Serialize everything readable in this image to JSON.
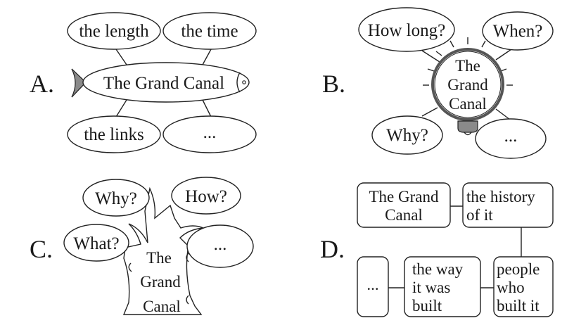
{
  "options": [
    {
      "label": "A.",
      "style": "fish",
      "center": "The Grand Canal",
      "nodes": [
        "the length",
        "the time",
        "the links",
        "..."
      ]
    },
    {
      "label": "B.",
      "style": "light bulb",
      "center": [
        "The",
        "Grand",
        "Canal"
      ],
      "nodes": [
        "How long?",
        "When?",
        "Why?",
        "..."
      ]
    },
    {
      "label": "C.",
      "style": "tree",
      "center": [
        "The",
        "Grand",
        "Canal"
      ],
      "nodes": [
        "Why?",
        "How?",
        "What?",
        "..."
      ]
    },
    {
      "label": "D.",
      "style": "flow chart",
      "boxes": [
        {
          "lines": [
            "The Grand",
            "Canal"
          ]
        },
        {
          "lines": [
            "the history",
            "of it"
          ]
        },
        {
          "lines": [
            "people",
            "who",
            "built it"
          ]
        },
        {
          "lines": [
            "the way",
            "it was",
            "built"
          ]
        },
        {
          "lines": [
            "..."
          ]
        }
      ]
    }
  ],
  "colors": {
    "ink": "#222222",
    "fill_gray": "#8a8a8a"
  }
}
